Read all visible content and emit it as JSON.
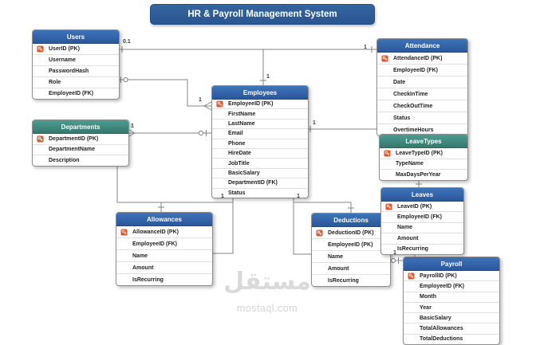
{
  "title": "HR & Payroll Management System",
  "watermark": {
    "arabic": "مستقل",
    "latin": "mostaql.com"
  },
  "colors": {
    "header_blue": "#2e5fa3",
    "header_teal": "#3f8e84",
    "key_icon_orange": "#e2572b",
    "connector_gray": "#858585"
  },
  "tables": [
    {
      "id": "users",
      "name": "Users",
      "variant": "blue",
      "fields": [
        {
          "text": "UserID (PK)",
          "key": true
        },
        {
          "text": "Username"
        },
        {
          "text": "PasswordHash"
        },
        {
          "text": "Role"
        },
        {
          "text": "EmployeeID (FK)"
        }
      ]
    },
    {
      "id": "attendance",
      "name": "Attendance",
      "variant": "blue",
      "fields": [
        {
          "text": "AttendanceID (PK)",
          "key": true
        },
        {
          "text": "EmployeeID (FK)"
        },
        {
          "text": "Date"
        },
        {
          "text": "CheckInTime"
        },
        {
          "text": "CheckOutTime"
        },
        {
          "text": "Status"
        },
        {
          "text": "OvertimeHours"
        }
      ]
    },
    {
      "id": "employees",
      "name": "Employees",
      "variant": "blue",
      "fields": [
        {
          "text": "EmployeeID (PK)",
          "key": true
        },
        {
          "text": "FirstName"
        },
        {
          "text": "LastName"
        },
        {
          "text": "Email"
        },
        {
          "text": "Phone"
        },
        {
          "text": "HireDate"
        },
        {
          "text": "JobTitle"
        },
        {
          "text": "BasicSalary"
        },
        {
          "text": "DepartmentID (FK)"
        },
        {
          "text": "Status"
        }
      ]
    },
    {
      "id": "departments",
      "name": "Departments",
      "variant": "teal",
      "fields": [
        {
          "text": "DepartmentID (PK)",
          "key": true
        },
        {
          "text": "DepartmentName"
        },
        {
          "text": "Description"
        }
      ]
    },
    {
      "id": "leavetypes",
      "name": "LeaveTypes",
      "variant": "teal",
      "fields": [
        {
          "text": "LeaveTypeID (PK)",
          "key": true
        },
        {
          "text": "TypeName"
        },
        {
          "text": "MaxDaysPerYear"
        }
      ]
    },
    {
      "id": "leaves",
      "name": "Leaves",
      "variant": "blue",
      "fields": [
        {
          "text": "LeaveID (PK)",
          "key": true
        },
        {
          "text": "EmployeeID (FK)"
        },
        {
          "text": "Name"
        },
        {
          "text": "Amount"
        },
        {
          "text": "IsRecurring"
        }
      ]
    },
    {
      "id": "allowances",
      "name": "Allowances",
      "variant": "blue",
      "fields": [
        {
          "text": "AllowanceID (PK)",
          "key": true
        },
        {
          "text": "EmployeeID (FK)"
        },
        {
          "text": "Name"
        },
        {
          "text": "Amount"
        },
        {
          "text": "IsRecurring"
        }
      ]
    },
    {
      "id": "deductions",
      "name": "Deductions",
      "variant": "blue",
      "fields": [
        {
          "text": "DeductionID (PK)",
          "key": true
        },
        {
          "text": "EmployeeID (PK)"
        },
        {
          "text": "Name"
        },
        {
          "text": "Amount"
        },
        {
          "text": "IsRecurring"
        }
      ]
    },
    {
      "id": "payroll",
      "name": "Payroll",
      "variant": "blue",
      "fields": [
        {
          "text": "PayrollID (PK)",
          "key": true
        },
        {
          "text": "EmployeeID (FK)"
        },
        {
          "text": "Month"
        },
        {
          "text": "Year"
        },
        {
          "text": "BasicSalary"
        },
        {
          "text": "TotalAllowances"
        },
        {
          "text": "TotalDeductions"
        }
      ]
    }
  ],
  "connector_labels": [
    {
      "id": "users-attendance-users-end",
      "text": "0.1"
    },
    {
      "id": "users-attendance-attendance-end",
      "text": "1"
    },
    {
      "id": "employees-top-end",
      "text": "1"
    },
    {
      "id": "users-employees-employees-end",
      "text": "1"
    },
    {
      "id": "departments-employees-departments-end",
      "text": "1"
    },
    {
      "id": "employees-allowances-employees-end",
      "text": "1"
    },
    {
      "id": "employees-deductions-employees-end",
      "text": "1"
    },
    {
      "id": "employees-leavetypes-employees-end",
      "text": "1"
    },
    {
      "id": "deductions-payroll-end",
      "text": "1"
    }
  ]
}
